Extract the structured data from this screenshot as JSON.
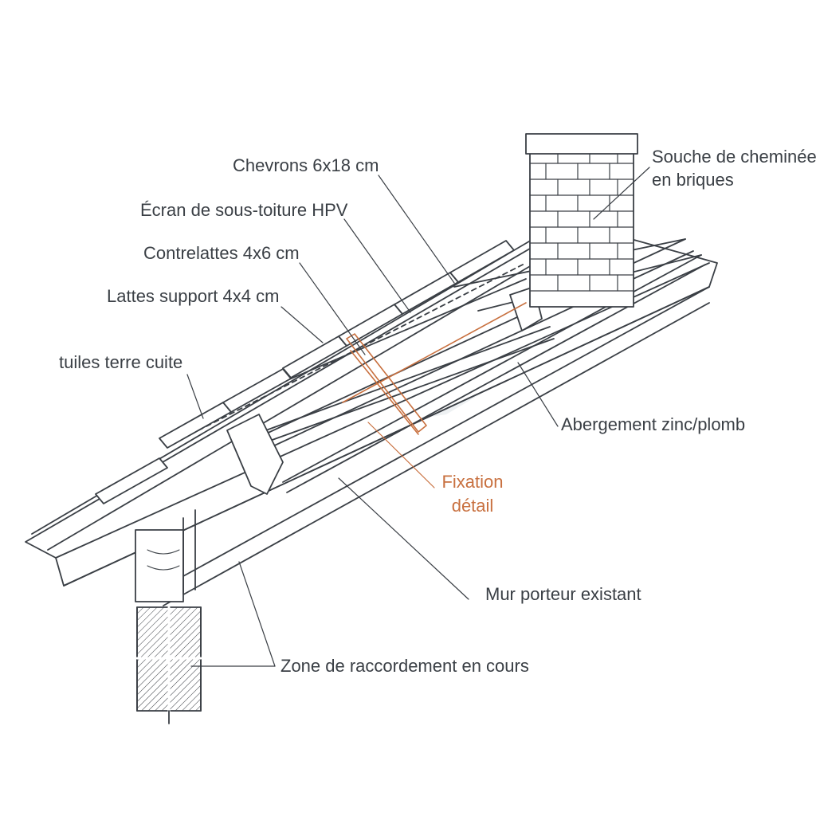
{
  "labels": {
    "chevrons": "Chevrons 6x18 cm",
    "ecran": "Écran de sous-toiture HPV",
    "contrelattes": "Contrelattes 4x6 cm",
    "lattes": "Lattes support 4x4 cm",
    "tuiles": "tuiles terre cuite",
    "souche_line1": "Souche de cheminée",
    "souche_line2": "en briques",
    "abergement": "Abergement zinc/plomb",
    "fixation_line1": "Fixation",
    "fixation_line2": "détail",
    "mur": "Mur porteur existant",
    "zone": "Zone de raccordement en cours"
  },
  "colors": {
    "line": "#3a3f45",
    "accent": "#c8703f",
    "panel": "#eef1f3"
  }
}
